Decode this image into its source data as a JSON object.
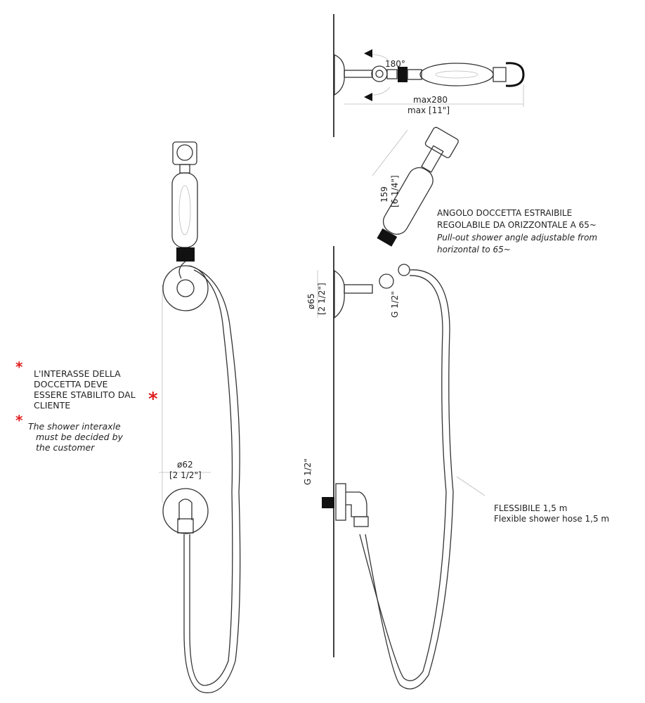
{
  "top_view": {
    "rotation_label": "180°",
    "length_mm": "max280",
    "length_in": "max [11\"]"
  },
  "side_view": {
    "handshower_length_mm": "159",
    "handshower_length_in": "[6 1/4\"]",
    "angle_note_it_1": "ANGOLO DOCCETTA ESTRAIBILE",
    "angle_note_it_2": "REGOLABILE DA ORIZZONTALE A 65~",
    "angle_note_en_1": "Pull-out shower angle adjustable from",
    "angle_note_en_2": "horizontal to 65~",
    "rosette_diameter_mm": "ø65",
    "rosette_diameter_in": "[2 1/2\"]",
    "holder_thread": "G 1/2\"",
    "outlet_thread": "G 1/2\"",
    "hose_it": "FLESSIBILE 1,5 m",
    "hose_en": "Flexible shower hose 1,5 m"
  },
  "front_view": {
    "note_it": [
      "L'INTERASSE DELLA",
      "DOCCETTA DEVE",
      "ESSERE STABILITO DAL",
      "CLIENTE"
    ],
    "note_en": [
      "The shower interaxle",
      "must be decided by",
      "the customer"
    ],
    "asterisk": "*",
    "outlet_diameter_mm": "ø62",
    "outlet_diameter_in": "[2 1/2\"]"
  },
  "colors": {
    "asterisk": "#e02020",
    "line": "#333333"
  }
}
